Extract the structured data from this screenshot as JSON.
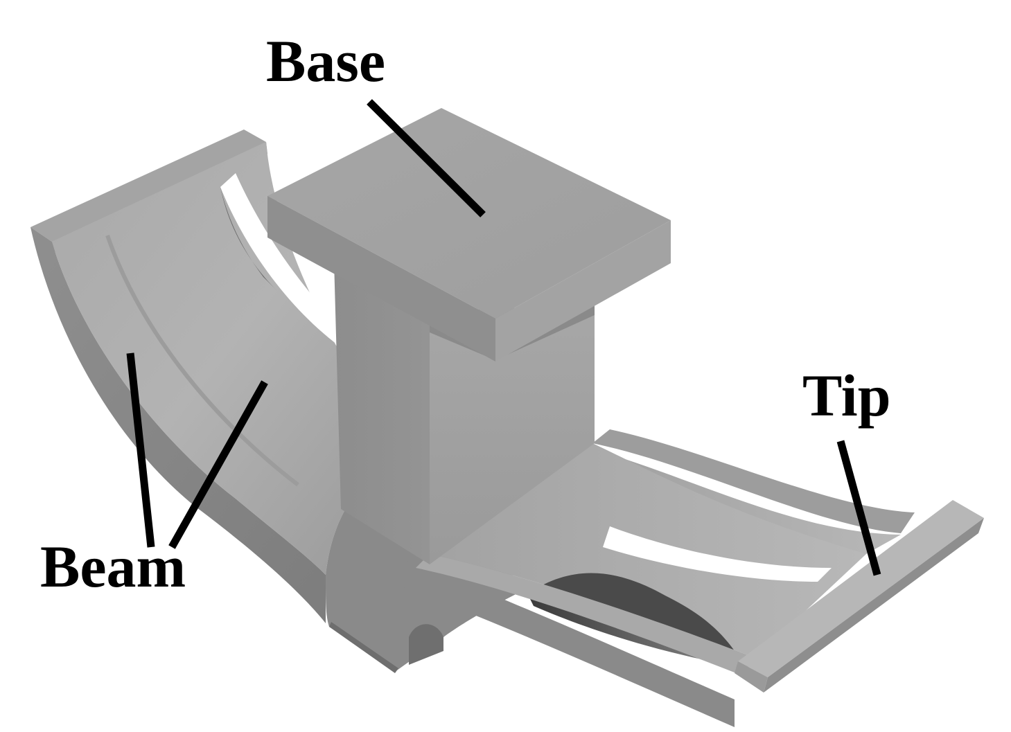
{
  "figure": {
    "labels": {
      "base": "Base",
      "beam": "Beam",
      "tip": "Tip"
    }
  },
  "colors": {
    "background": "#ffffff",
    "part_light": "#b0b0b0",
    "part_mid": "#9a9a9a",
    "part_dark": "#7a7a7a",
    "label": "#000000"
  }
}
